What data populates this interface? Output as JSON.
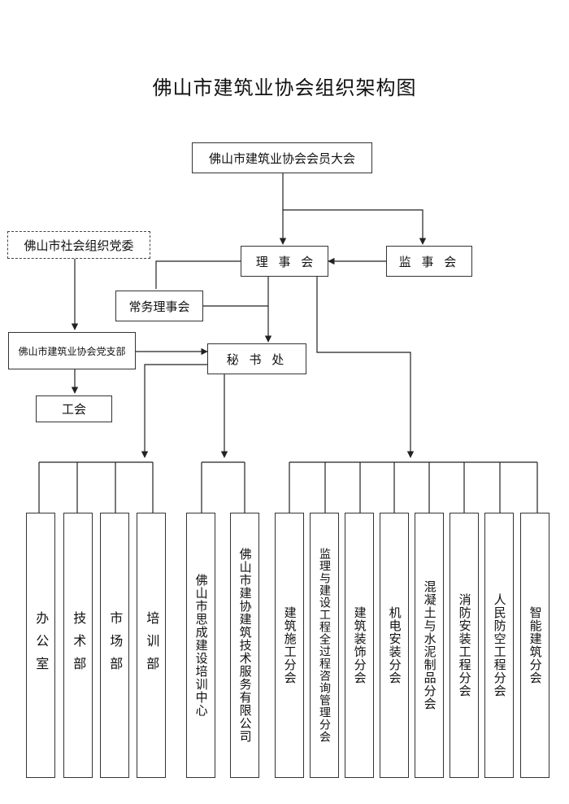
{
  "title": "佛山市建筑业协会组织架构图",
  "nodes": {
    "assembly": "佛山市建筑业协会会员大会",
    "party_committee": "佛山市社会组织党委",
    "council": "理 事 会",
    "supervisory": "监 事 会",
    "standing_council": "常务理事会",
    "party_branch": "佛山市建筑业协会党支部",
    "secretariat": "秘 书 处",
    "union": "工会"
  },
  "departments": [
    "办公室",
    "技术部",
    "市场部",
    "培训部"
  ],
  "companies": [
    "佛山市思成建设培训中心",
    "佛山市建协建筑技术服务有限公司"
  ],
  "branches": [
    "建筑施工分会",
    "监理与建设工程全过程咨询管理分会",
    "建筑装饰分会",
    "机电安装分会",
    "混凝土与水泥制品分会",
    "消防安装工程分会",
    "人民防空工程分会",
    "智能建筑分会"
  ]
}
